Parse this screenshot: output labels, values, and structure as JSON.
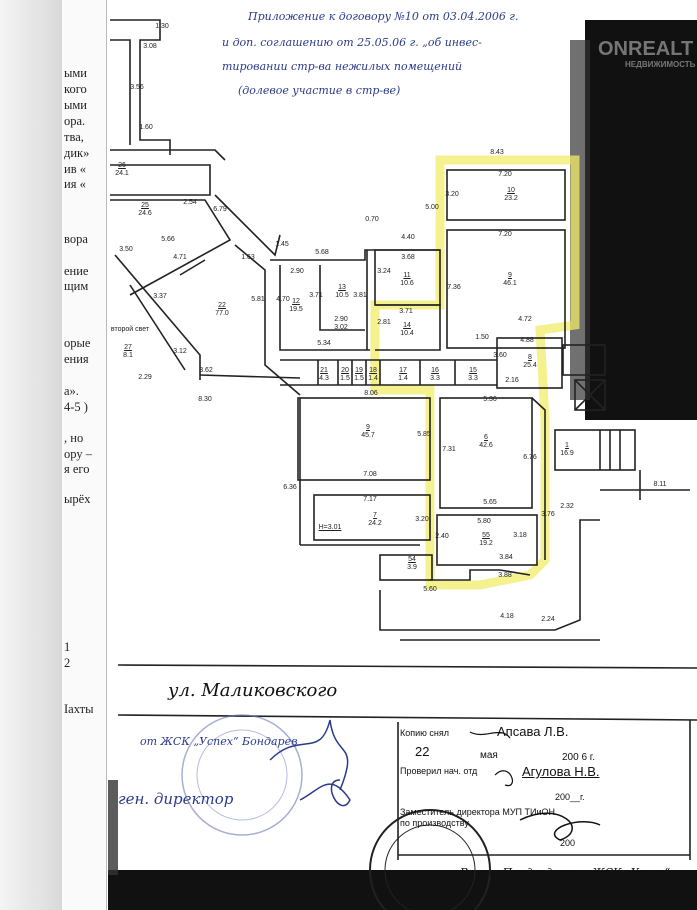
{
  "left_page_fragments": [
    "ыми",
    "кого",
    "ыми",
    "ора.",
    "тва,",
    "дик»",
    "ив «",
    "ия «",
    "вора",
    "ение",
    "щим",
    "орые",
    "ения",
    "а».",
    "4-5 )",
    ", но",
    "ору –",
    "я его",
    "ырёх",
    "1",
    "2",
    "Iахты"
  ],
  "annotation": {
    "line1": "Приложение к договору №10 от 03.04.2006 г.",
    "line2": "и доп. соглашению от 25.05.06 г. „об инвес-",
    "line3": "тировании стр-ва нежилых помещений",
    "line4": "(долевое участие в стр-ве)"
  },
  "watermark": {
    "brand": "ONREALT",
    "sub": "НЕДВИЖИМОСТЬ"
  },
  "rooms": [
    {
      "number": "26",
      "area": "24.1"
    },
    {
      "number": "25",
      "area": "24.6"
    },
    {
      "number": "22",
      "area": "77.0"
    },
    {
      "number": "27",
      "area": "8.1"
    },
    {
      "number": "12",
      "area": "19.5"
    },
    {
      "number": "13",
      "area": "10.5"
    },
    {
      "number": "11",
      "area": "10.6"
    },
    {
      "number": "14",
      "area": "10.4"
    },
    {
      "number": "10",
      "area": "23.2"
    },
    {
      "number": "9",
      "area": "46.1"
    },
    {
      "number": "8",
      "area": "25.4"
    },
    {
      "number": "21",
      "area": "4.3"
    },
    {
      "number": "20",
      "area": "1.5"
    },
    {
      "number": "19",
      "area": "1.5"
    },
    {
      "number": "18",
      "area": "1.4"
    },
    {
      "number": "17",
      "area": "1.4"
    },
    {
      "number": "16",
      "area": "3.3"
    },
    {
      "number": "15",
      "area": "3.3"
    },
    {
      "number": "9",
      "area": "45.7"
    },
    {
      "number": "6",
      "area": "42.6"
    },
    {
      "number": "7",
      "area": "24.2"
    },
    {
      "number": "55",
      "area": "19.2"
    },
    {
      "number": "54",
      "area": "3.9"
    },
    {
      "number": "1",
      "area": "16.9"
    }
  ],
  "second_light": "второй свет",
  "height_note": "H=3.01",
  "dimensions": [
    "8.43",
    "7.20",
    "7.20",
    "3.20",
    "5.00",
    "0.70",
    "4.40",
    "3.68",
    "3.24",
    "3.71",
    "2.81",
    "7.36",
    "1.50",
    "4.72",
    "5.68",
    "2.90",
    "3.71",
    "3.81",
    "2.90",
    "3.02",
    "5.34",
    "4.88",
    "3.60",
    "2.16",
    "8.06",
    "5.36",
    "7.31",
    "6.76",
    "5.85",
    "7.08",
    "7.17",
    "5.65",
    "5.80",
    "3.20",
    "2.40",
    "3.18",
    "3.84",
    "3.88",
    "5.60",
    "4.18",
    "2.24",
    "2.32",
    "3.76",
    "8.11",
    "8.30",
    "6.36",
    "3.62",
    "2.29",
    "3.12",
    "3.37",
    "4.71",
    "5.66",
    "3.50",
    "2.54",
    "6.79",
    "1.63",
    "5.81",
    "4.70",
    "1.45",
    "3.08",
    "1.30",
    "1.60",
    "3.56"
  ],
  "street": "ул. Маликовского",
  "signature_note": "от ЖСК „Успех“ Бондарев",
  "signature_note2": "ген. директор",
  "stamp_block": {
    "copy_by_label": "Копию снял",
    "copy_by_name": "Апсава Л.В.",
    "day": "22",
    "month": "мая",
    "year": "200 6 г.",
    "checked_label": "Проверил нач. отд",
    "checked_name": "Агулова Н.В.",
    "year2": "200__г.",
    "deputy_label": "Заместитель директора МУП ТИиОН",
    "deputy_sub": "по производству",
    "year3": "200"
  },
  "bottom_note": "Верно. Председатель ЖСК „Успех“"
}
